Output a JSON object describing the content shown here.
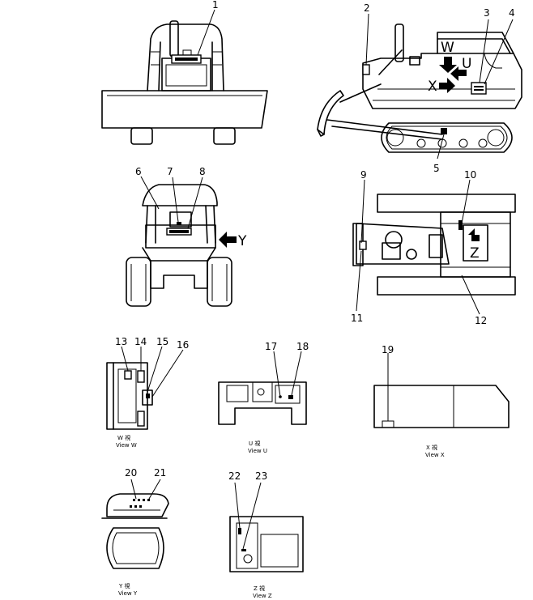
{
  "callouts": [
    "1",
    "2",
    "3",
    "4",
    "5",
    "6",
    "7",
    "8",
    "9",
    "10",
    "11",
    "12",
    "13",
    "14",
    "15",
    "16",
    "17",
    "18",
    "19",
    "20",
    "21",
    "22",
    "23"
  ],
  "view_letters": {
    "w": "W",
    "u": "U",
    "x": "X",
    "y": "Y",
    "z": "Z"
  },
  "captions": {
    "w": {
      "kanji": "W 視",
      "text": "View W"
    },
    "u": {
      "kanji": "U 視",
      "text": "View U"
    },
    "x": {
      "kanji": "X 視",
      "text": "View X"
    },
    "y": {
      "kanji": "Y 視",
      "text": "View Y"
    },
    "z": {
      "kanji": "Z 視",
      "text": "View Z"
    }
  }
}
